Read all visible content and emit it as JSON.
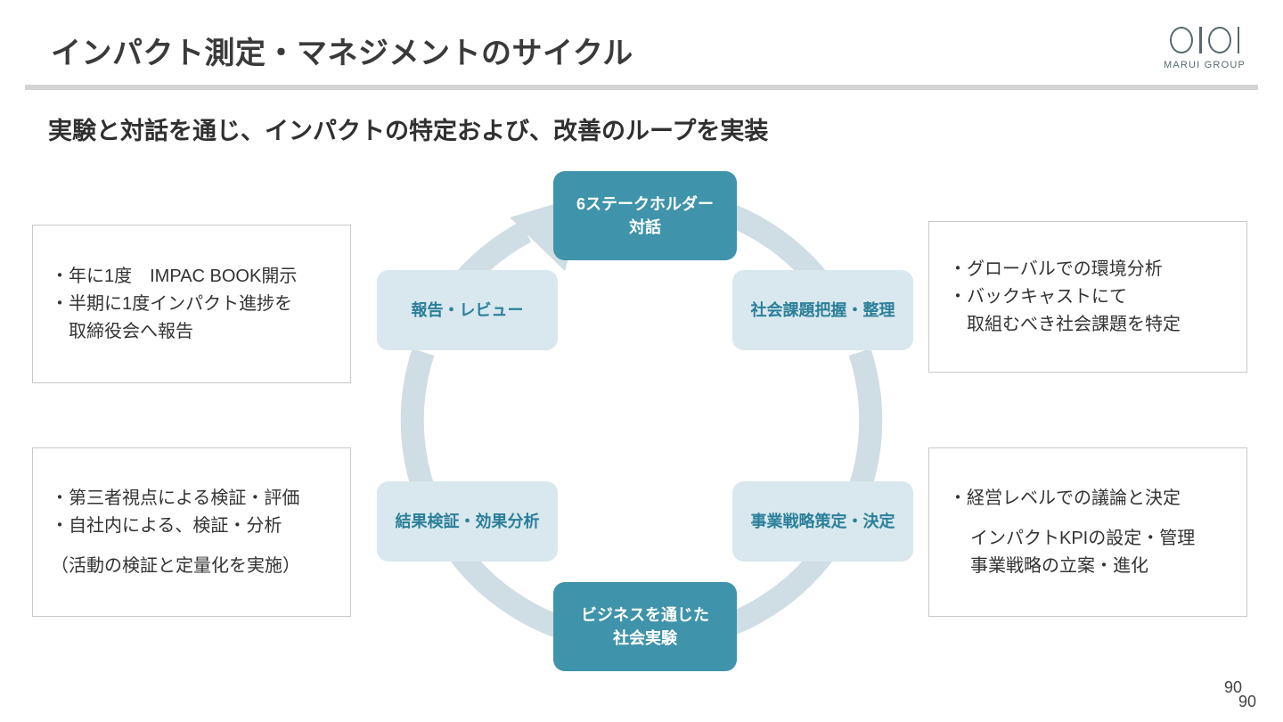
{
  "header": {
    "title": "インパクト測定・マネジメントのサイクル",
    "logo": {
      "mark": "OIOI",
      "name": "MARUI GROUP"
    }
  },
  "subtitle": "実験と対話を通じ、インパクトの特定および、改善のループを実装",
  "colors": {
    "accent_dark": "#3f93aa",
    "accent_soft_bg": "#d8e8ee",
    "accent_soft_text": "#2b7f99",
    "ring": "#cfdde4",
    "rule": "#d4d4d4",
    "box_border": "#c8c8c8",
    "logo": "#566a6d"
  },
  "cycle": {
    "direction": "clockwise",
    "nodes": [
      {
        "id": "stakeholder",
        "style": "accent",
        "lines": [
          "6ステークホルダー",
          "対話"
        ]
      },
      {
        "id": "issue",
        "style": "soft",
        "lines": [
          "社会課題把握・整理"
        ]
      },
      {
        "id": "strategy",
        "style": "soft",
        "lines": [
          "事業戦略策定・決定"
        ]
      },
      {
        "id": "experiment",
        "style": "accent",
        "lines": [
          "ビジネスを通じた",
          "社会実験"
        ]
      },
      {
        "id": "verify",
        "style": "soft",
        "lines": [
          "結果検証・効果分析"
        ]
      },
      {
        "id": "report",
        "style": "soft",
        "lines": [
          "報告・レビュー"
        ]
      }
    ]
  },
  "callouts": {
    "report": {
      "lines": [
        "・年に1度　IMPAC BOOK開示",
        "・半期に1度インパクト進捗を",
        "　取締役会へ報告"
      ]
    },
    "verify": {
      "lines": [
        "・第三者視点による検証・評価",
        "・自社内による、検証・分析",
        "（活動の検証と定量化を実施）"
      ]
    },
    "issue": {
      "lines": [
        "・グローバルでの環境分析",
        "・バックキャストにて",
        "　取組むべき社会課題を特定"
      ]
    },
    "strategy": {
      "lines": [
        "・経営レベルでの議論と決定",
        "インパクトKPIの設定・管理",
        "事業戦略の立案・進化"
      ]
    }
  },
  "footer": {
    "page_number": "90",
    "page_number_secondary": "90"
  }
}
